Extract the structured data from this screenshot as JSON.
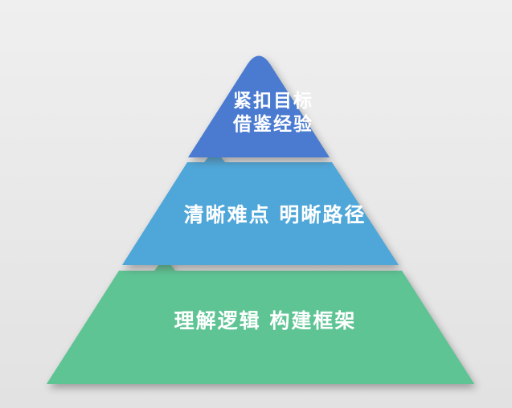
{
  "background": {
    "color_top": "#efefef",
    "color_bottom": "#e2e2e2"
  },
  "diagram": {
    "type": "pyramid",
    "text_color": "#ffffff",
    "levels": [
      {
        "name": "top",
        "color": "#4a7bd0",
        "lines": [
          "紧扣目标",
          "借鉴经验"
        ]
      },
      {
        "name": "middle",
        "color": "#4fa7d9",
        "line": "清晰难点  明晰路径"
      },
      {
        "name": "bottom",
        "color": "#5ec494",
        "line": "理解逻辑  构建框架"
      }
    ]
  }
}
